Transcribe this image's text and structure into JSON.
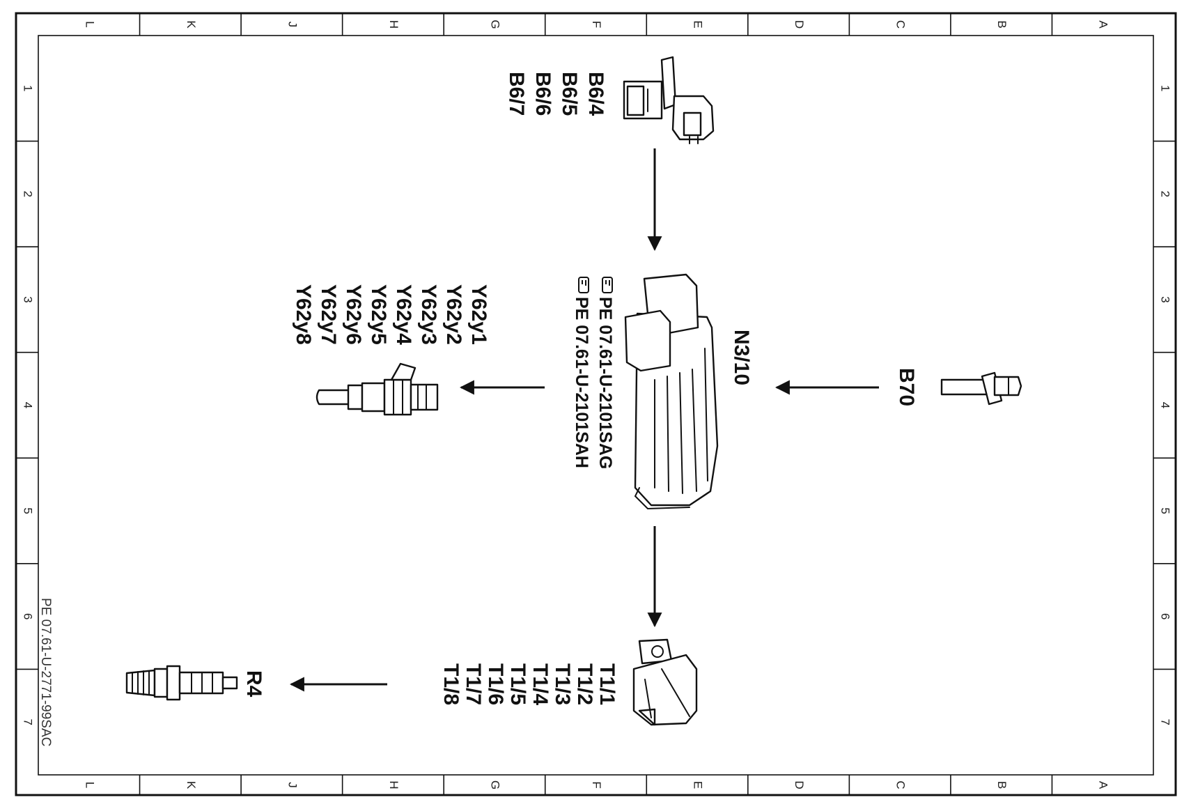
{
  "border": {
    "columns": [
      "L",
      "K",
      "J",
      "H",
      "G",
      "F",
      "E",
      "D",
      "C",
      "B",
      "A"
    ],
    "rows": [
      "1",
      "2",
      "3",
      "4",
      "5",
      "6",
      "7"
    ]
  },
  "document_number": "PE 07.61-U-2771-99SAC",
  "components": {
    "camshaft_sensor": {
      "labels": [
        "B6/4",
        "B6/5",
        "B6/6",
        "B6/7"
      ]
    },
    "control_unit": {
      "label": "N3/10",
      "references": [
        "PE 07.61-U-2101SAG",
        "PE 07.61-U-2101SAH"
      ],
      "reference_icon": "pointing-hand-icon"
    },
    "crankshaft_sensor": {
      "label": "B70"
    },
    "injectors": {
      "labels": [
        "Y62y1",
        "Y62y2",
        "Y62y3",
        "Y62y4",
        "Y62y5",
        "Y62y6",
        "Y62y7",
        "Y62y8"
      ]
    },
    "ignition_coils": {
      "labels": [
        "T1/1",
        "T1/2",
        "T1/3",
        "T1/4",
        "T1/5",
        "T1/6",
        "T1/7",
        "T1/8"
      ]
    },
    "spark_plug": {
      "label": "R4"
    }
  }
}
